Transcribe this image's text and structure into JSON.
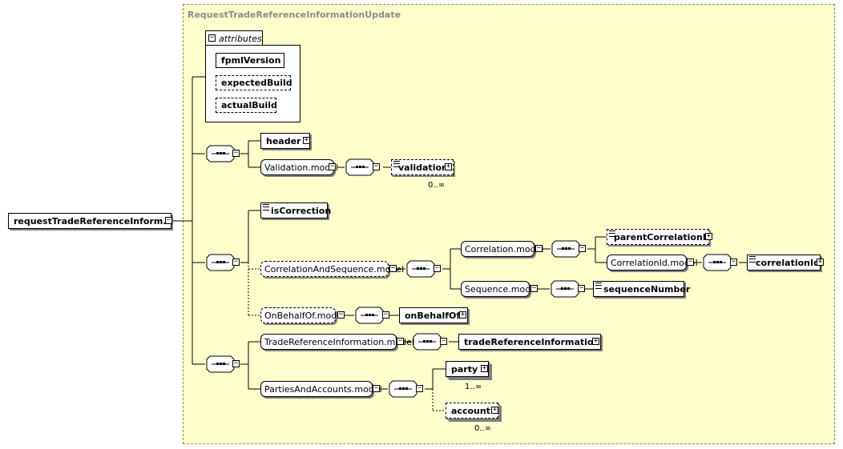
{
  "type_name": "RequestTradeReferenceInformationUpdate",
  "root": {
    "label": "requestTradeReferenceInform..."
  },
  "attributes": {
    "title": "attributes",
    "items": [
      "fpmlVersion",
      "expectedBuild",
      "actualBuild"
    ]
  },
  "nodes": {
    "header": "header",
    "validation_model": "Validation.model",
    "validation": "validation",
    "validation_occ": "0..∞",
    "isCorrection": "isCorrection",
    "corr_seq_model": "CorrelationAndSequence.model",
    "correlation_model": "Correlation.model",
    "parentCorrelationId": "parentCorrelationId",
    "correlationId_model": "CorrelationId.model",
    "correlationId": "correlationId",
    "sequence_model": "Sequence.model",
    "sequenceNumber": "sequenceNumber",
    "onBehalfOf_model": "OnBehalfOf.model",
    "onBehalfOf": "onBehalfOf",
    "tri_model": "TradeReferenceInformation.model",
    "tradeReferenceInformation": "tradeReferenceInformation",
    "parties_model": "PartiesAndAccounts.model",
    "party": "party",
    "party_occ": "1..∞",
    "account": "account",
    "account_occ": "0..∞"
  },
  "colors": {
    "region": "#ffffcc",
    "region_title": "#8b8b8b",
    "shadow": "#7f7f7f"
  }
}
